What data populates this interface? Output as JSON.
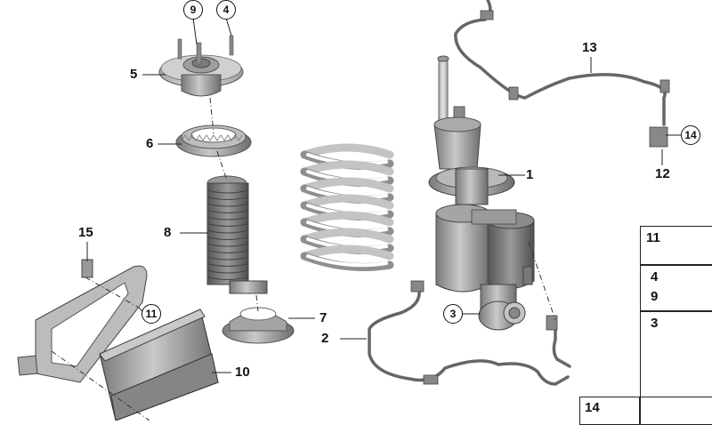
{
  "callouts": {
    "c1": "1",
    "c2": "2",
    "c3": "3",
    "c4": "4",
    "c5": "5",
    "c6": "6",
    "c7": "7",
    "c8": "8",
    "c9": "9",
    "c10": "10",
    "c11": "11",
    "c12": "12",
    "c13": "13",
    "c14": "14",
    "c15": "15"
  },
  "legend": {
    "row1": [
      "11"
    ],
    "row2": [
      "4",
      "9"
    ],
    "row3": [
      "3"
    ],
    "row4": [
      "14"
    ]
  }
}
